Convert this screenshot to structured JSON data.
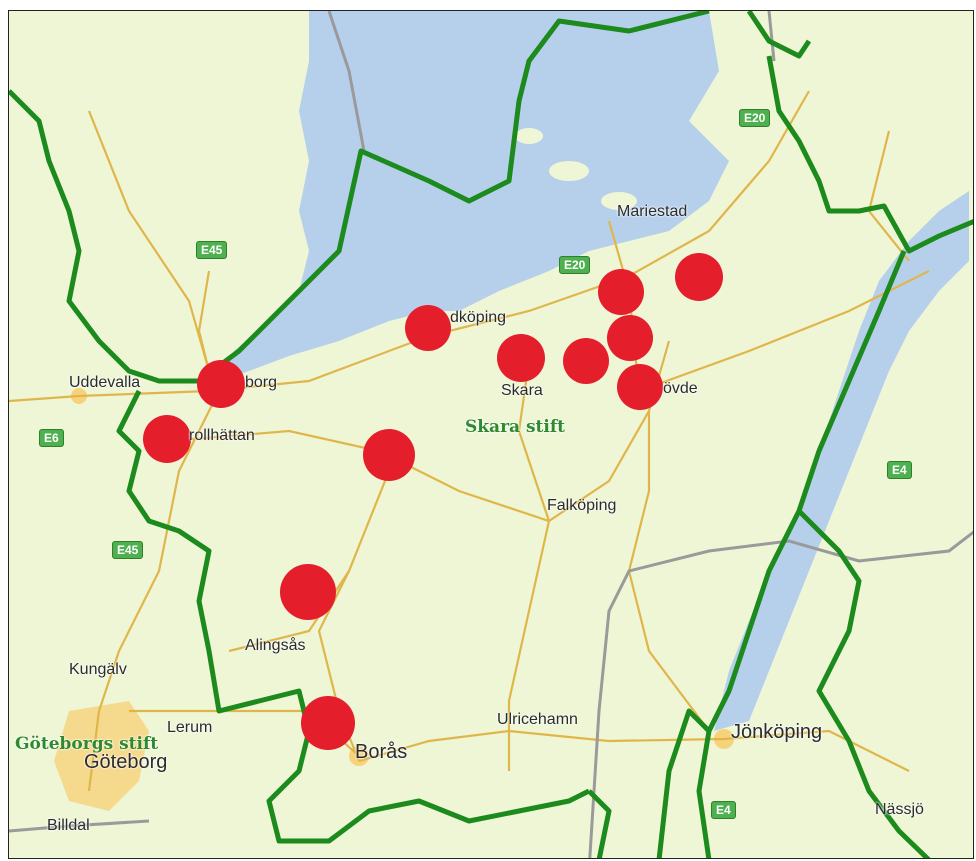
{
  "colors": {
    "land": "#eef6d6",
    "water": "#b6d0ec",
    "border": "#1c8a1c",
    "road": "#e0b64a",
    "grey_border": "#9a9a9a",
    "urban": "#f6d37a",
    "marker": "#e41e2b"
  },
  "places": {
    "uddevalla": "Uddevalla",
    "vanersborg": "borg",
    "trollhattan": "rollhättan",
    "lidkoping": "dköping",
    "skara": "Skara",
    "skovde": "övde",
    "mariestad": "Mariestad",
    "falkoping": "Falköping",
    "alingsas": "Alingsås",
    "kungalv": "Kungälv",
    "lerum": "Lerum",
    "goteborg": "Göteborg",
    "boras": "Borås",
    "ulricehamn": "Ulricehamn",
    "jonkoping": "Jönköping",
    "nassjo": "Nässjö",
    "billdal": "Billdal"
  },
  "regions": {
    "skara_stift": "Skara stift",
    "goteborgs_stift": "Göteborgs stift"
  },
  "roads": {
    "e45_north": "E45",
    "e45_south": "E45",
    "e6": "E6",
    "e20_west": "E20",
    "e20_east": "E20",
    "e4_north": "E4",
    "e4_south": "E4"
  }
}
